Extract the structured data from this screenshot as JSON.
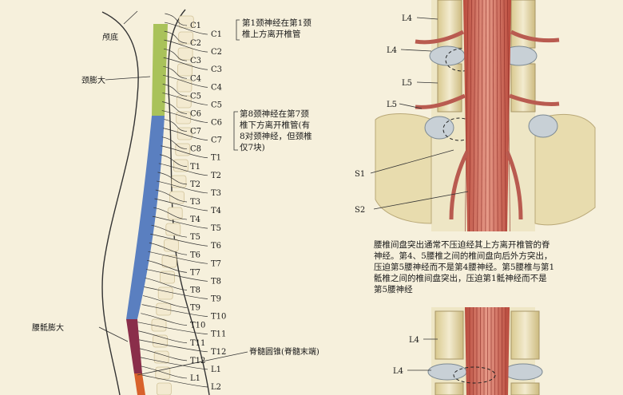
{
  "left": {
    "region_labels": {
      "skull_base": "颅底",
      "cervical_enlargement": "颈膨大",
      "lumbosacral_enlargement": "腰骶膨大",
      "conus": "脊髓圆锥(脊髓末端)"
    },
    "nerve_labels": [
      "C1",
      "C1",
      "C2",
      "C2",
      "C3",
      "C3",
      "C4",
      "C4",
      "C5",
      "C5",
      "C6",
      "C6",
      "C7",
      "C7",
      "C8",
      "T1",
      "T1",
      "T2",
      "T2",
      "T3",
      "T3",
      "T4",
      "T4",
      "T5",
      "T5",
      "T6",
      "T6",
      "T7",
      "T7",
      "T8",
      "T8",
      "T9",
      "T9",
      "T10",
      "T10",
      "T11",
      "T11",
      "T12",
      "T12",
      "L1",
      "L1",
      "L2"
    ],
    "note_c1": [
      "第1颈神经在第1颈",
      "椎上方离开椎管"
    ],
    "note_c8": [
      "第8颈神经在第7颈",
      "椎下方离开椎管(有",
      "8对颈神经，但颈椎",
      "仅7块)"
    ]
  },
  "right": {
    "top_labels": {
      "l4_a": "L4",
      "l4_b": "L4",
      "l5_a": "L5",
      "l5_b": "L5",
      "s1": "S1",
      "s2": "S2"
    },
    "caption": [
      "腰椎间盘突出通常不压迫经其上方离开椎管的脊",
      "神经。第4、5腰椎之间的椎间盘向后外方突出，",
      "压迫第5腰神经而不是第4腰神经。第5腰椎与第1",
      "骶椎之间的椎间盘突出，压迫第1骶神经而不是",
      "第5腰神经"
    ],
    "bottom_labels": {
      "l4_a": "L4",
      "l4_b": "L4"
    }
  },
  "colors": {
    "cervical": "#a9c25a",
    "thoracic": "#5a7fc0",
    "lumbar": "#8a2e4a",
    "sacral": "#d8622c",
    "bone": "#e9dfb8",
    "nerve_red": "#c0524a",
    "disc": "#c8d0d6"
  }
}
